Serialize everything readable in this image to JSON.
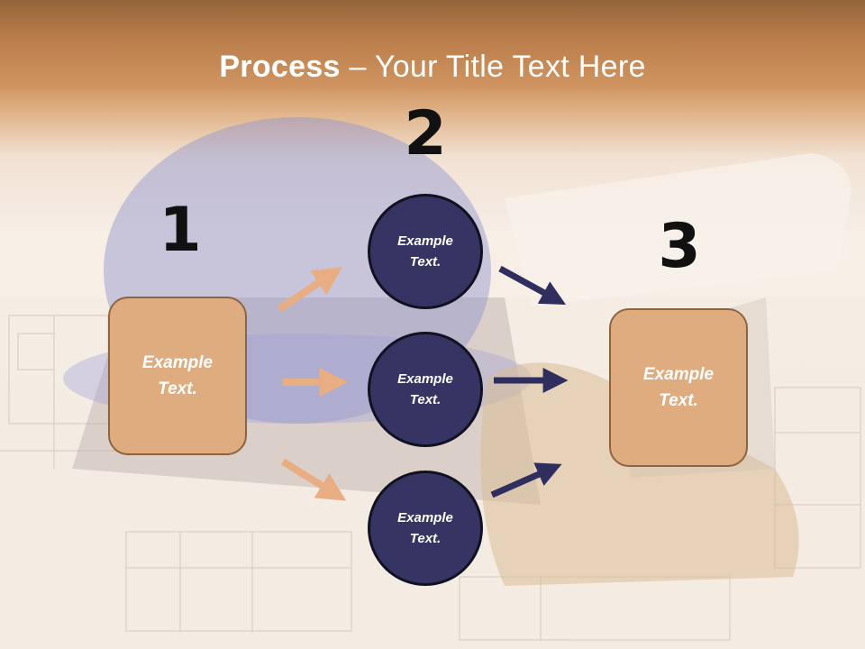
{
  "title": {
    "bold": "Process",
    "rest": " – Your Title Text Here"
  },
  "steps": {
    "n1": "1",
    "n2": "2",
    "n3": "3"
  },
  "left_box": {
    "label": "Example\nText."
  },
  "right_box": {
    "label": "Example\nText."
  },
  "circles": [
    {
      "label": "Example\nText."
    },
    {
      "label": "Example\nText."
    },
    {
      "label": "Example\nText."
    }
  ],
  "colors": {
    "orange_arrow": "#e8ad82",
    "navy_arrow": "#2f2e5e",
    "box_fill": "#dfac80",
    "circle_fill": "#363463"
  }
}
